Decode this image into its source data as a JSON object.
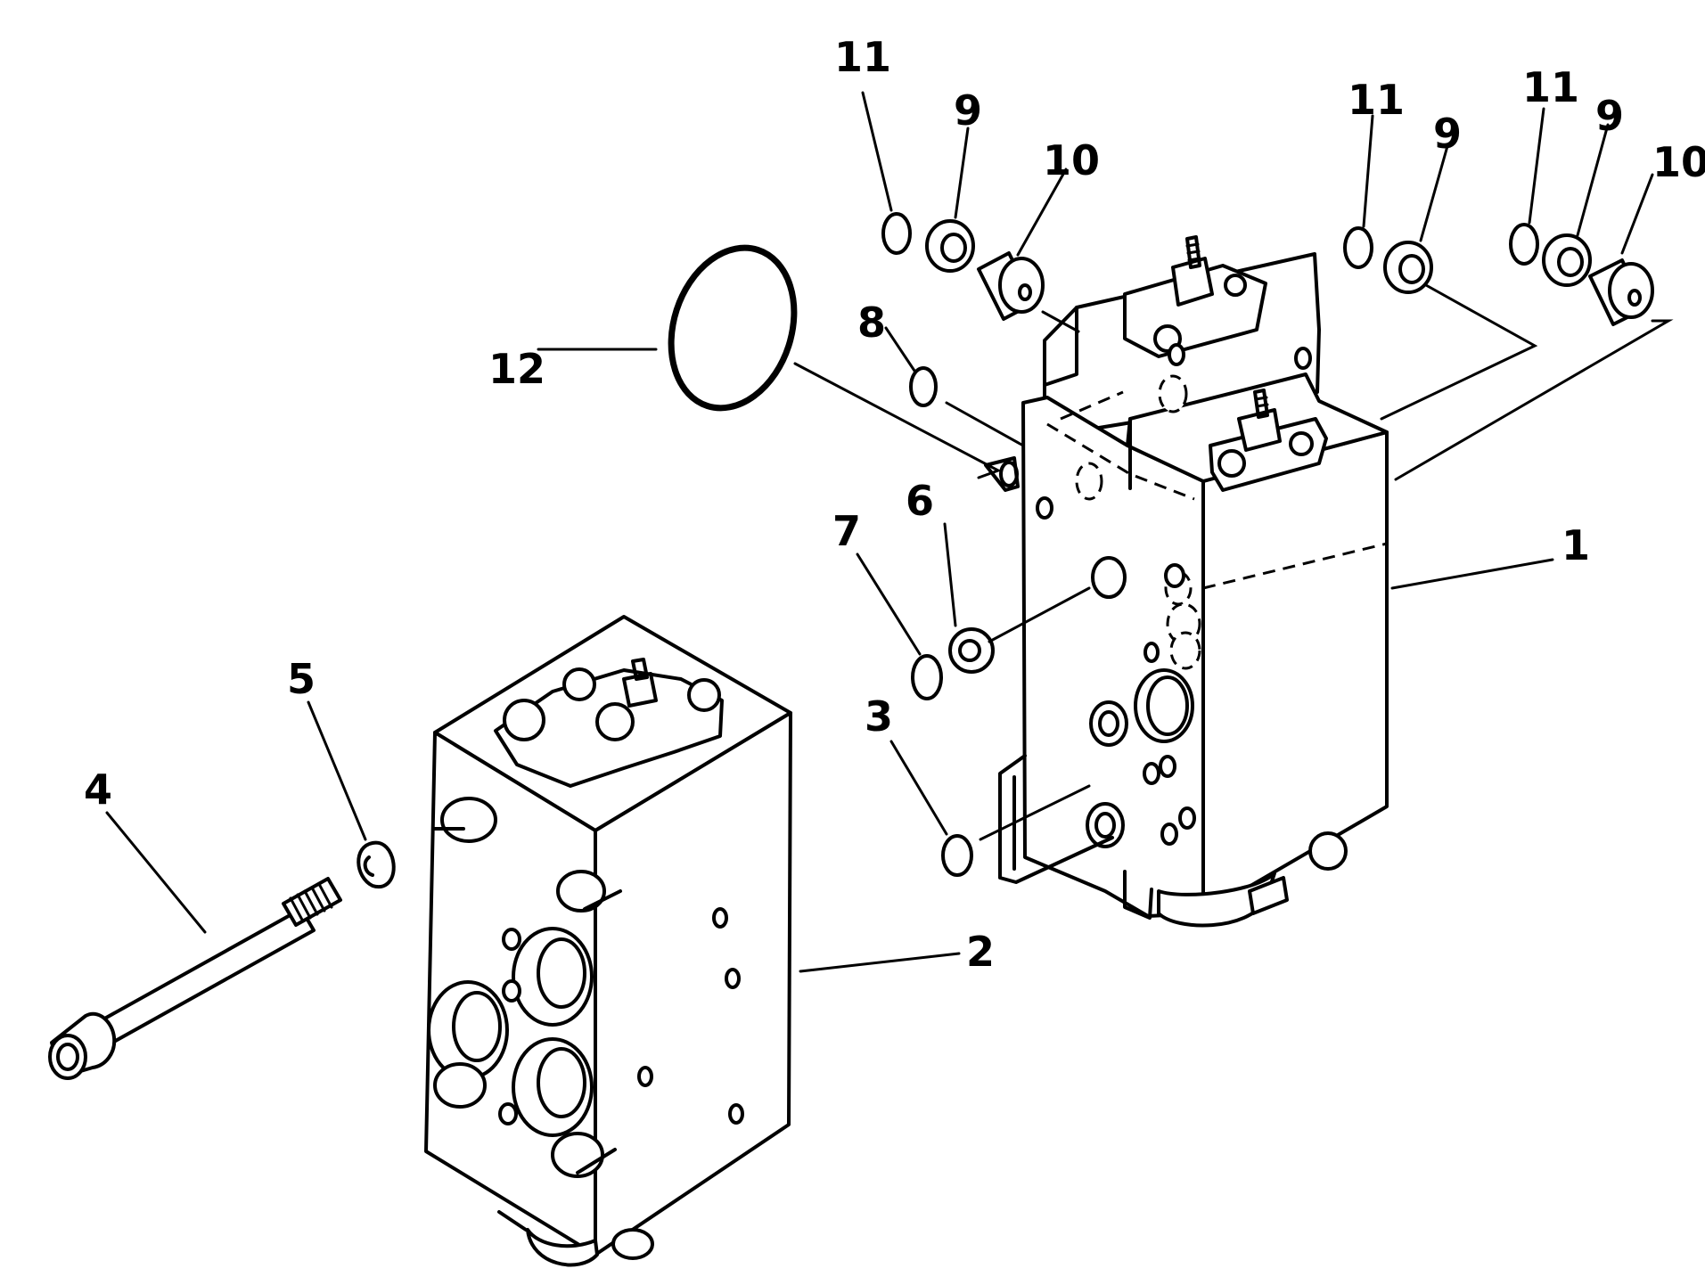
{
  "callouts": {
    "c1": "1",
    "c2": "2",
    "c3": "3",
    "c4": "4",
    "c5": "5",
    "c6": "6",
    "c7": "7",
    "c8": "8",
    "c9_a": "9",
    "c9_b": "9",
    "c9_c": "9",
    "c10_a": "10",
    "c10_b": "10",
    "c11_a": "11",
    "c11_b": "11",
    "c11_c": "11",
    "c12": "12"
  }
}
